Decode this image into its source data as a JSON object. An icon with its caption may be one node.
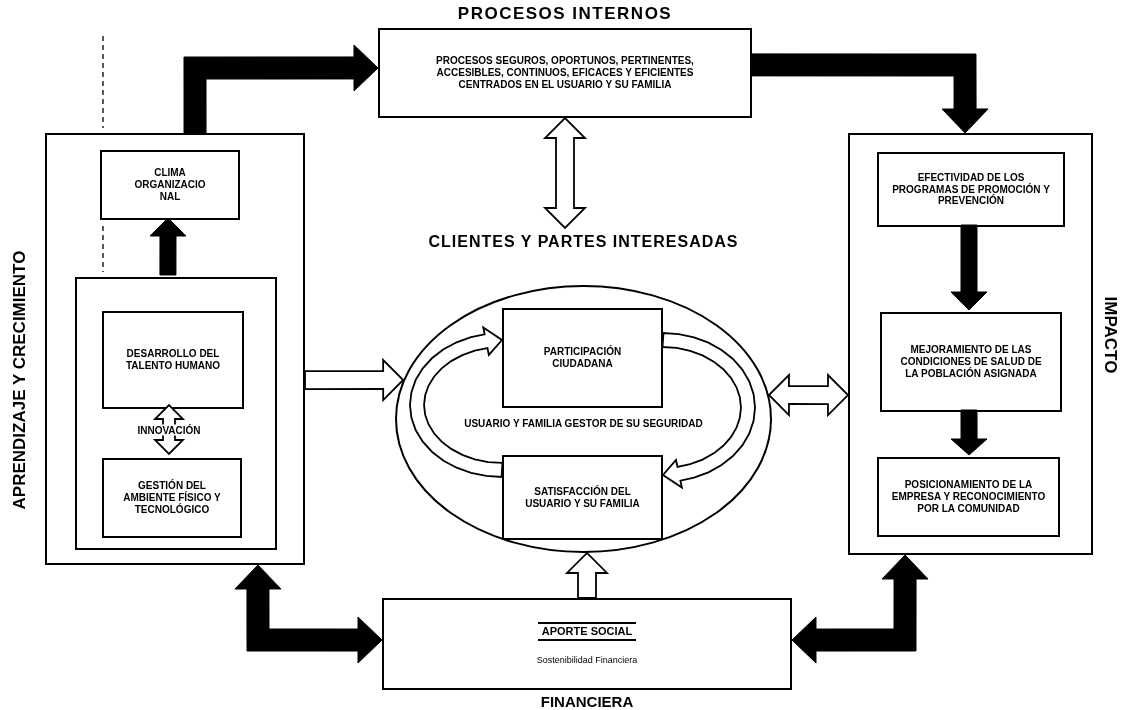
{
  "diagram": {
    "nodes": [
      {
        "text": [
          "PROCESOS INTERNOS",
          "PROCESOS SEGUROS, OPORTUNOS, PERTINENTES, ACCESIBLES, CONTINUOS, EFICACES Y EFICIENTES CENTRADOS EN EL USUARIO Y SU FAMILIA"
        ]
      },
      {
        "text": [
          "APRENDIZAJE Y CRECIMIENTO"
        ]
      },
      {
        "text": [
          "CLIMA ORGANIZACIO NAL"
        ],
        "in": 1
      },
      {
        "text": [],
        "shape": "box",
        "in": 1
      },
      {
        "text": [
          "DESARROLLO DEL TALENTO HUMANO"
        ],
        "in": 3
      },
      {
        "text": [
          "GESTIÓN DEL AMBIENTE FÍSICO Y TECNOLÓGICO"
        ],
        "in": 3
      },
      {
        "text": [
          "CLIENTES Y PARTES INTERESADAS",
          "USUARIO Y FAMILIA GESTOR DE SU SEGURIDAD"
        ]
      },
      {
        "text": [
          "PARTICIPACIÓN CIUDADANA"
        ],
        "in": 6
      },
      {
        "text": [
          "SATISFACCIÓN DEL USUARIO Y SU FAMILIA"
        ],
        "in": 6
      },
      {
        "text": [
          "IMPACTO"
        ]
      },
      {
        "text": [
          "EFECTIVIDAD DE LOS PROGRAMAS DE PROMOCIÓN Y PREVENCIÓN"
        ],
        "in": 9
      },
      {
        "text": [
          "MEJORAMIENTO DE LAS CONDICIONES DE SALUD DE LA POBLACIÓN ASIGNADA"
        ],
        "in": 9
      },
      {
        "text": [
          "POSICIONAMIENTO DE LA EMPRESA Y RECONOCIMIENTO POR LA COMUNIDAD"
        ],
        "in": 9
      },
      {
        "text": [
          "APORTE SOCIAL",
          "Sostenibilidad Financiera",
          "FINANCIERA"
        ]
      }
    ],
    "edges": [
      {
        "from": 1,
        "to": 0,
        "arrow": "to",
        "style": "thick"
      },
      {
        "from": 0,
        "to": 9,
        "arrow": "to",
        "style": "thick"
      },
      {
        "from": 3,
        "to": 2,
        "arrow": "to",
        "style": "thick"
      },
      {
        "from": 4,
        "to": 5,
        "arrow": "both",
        "label": "INNOVACIÓN"
      },
      {
        "from": 0,
        "to": 6,
        "arrow": "both"
      },
      {
        "from": 1,
        "to": 6,
        "arrow": "to"
      },
      {
        "from": 6,
        "to": 9,
        "arrow": "both"
      },
      {
        "from": 13,
        "to": 6,
        "arrow": "to"
      },
      {
        "from": 8,
        "to": 7,
        "arrow": "to"
      },
      {
        "from": 7,
        "to": 8,
        "arrow": "to"
      },
      {
        "from": 10,
        "to": 11,
        "arrow": "to",
        "style": "thick"
      },
      {
        "from": 11,
        "to": 12,
        "arrow": "to",
        "style": "thick"
      },
      {
        "from": 1,
        "to": 13,
        "arrow": "both",
        "style": "thick"
      },
      {
        "from": 9,
        "to": 13,
        "arrow": "both",
        "style": "thick"
      }
    ]
  }
}
